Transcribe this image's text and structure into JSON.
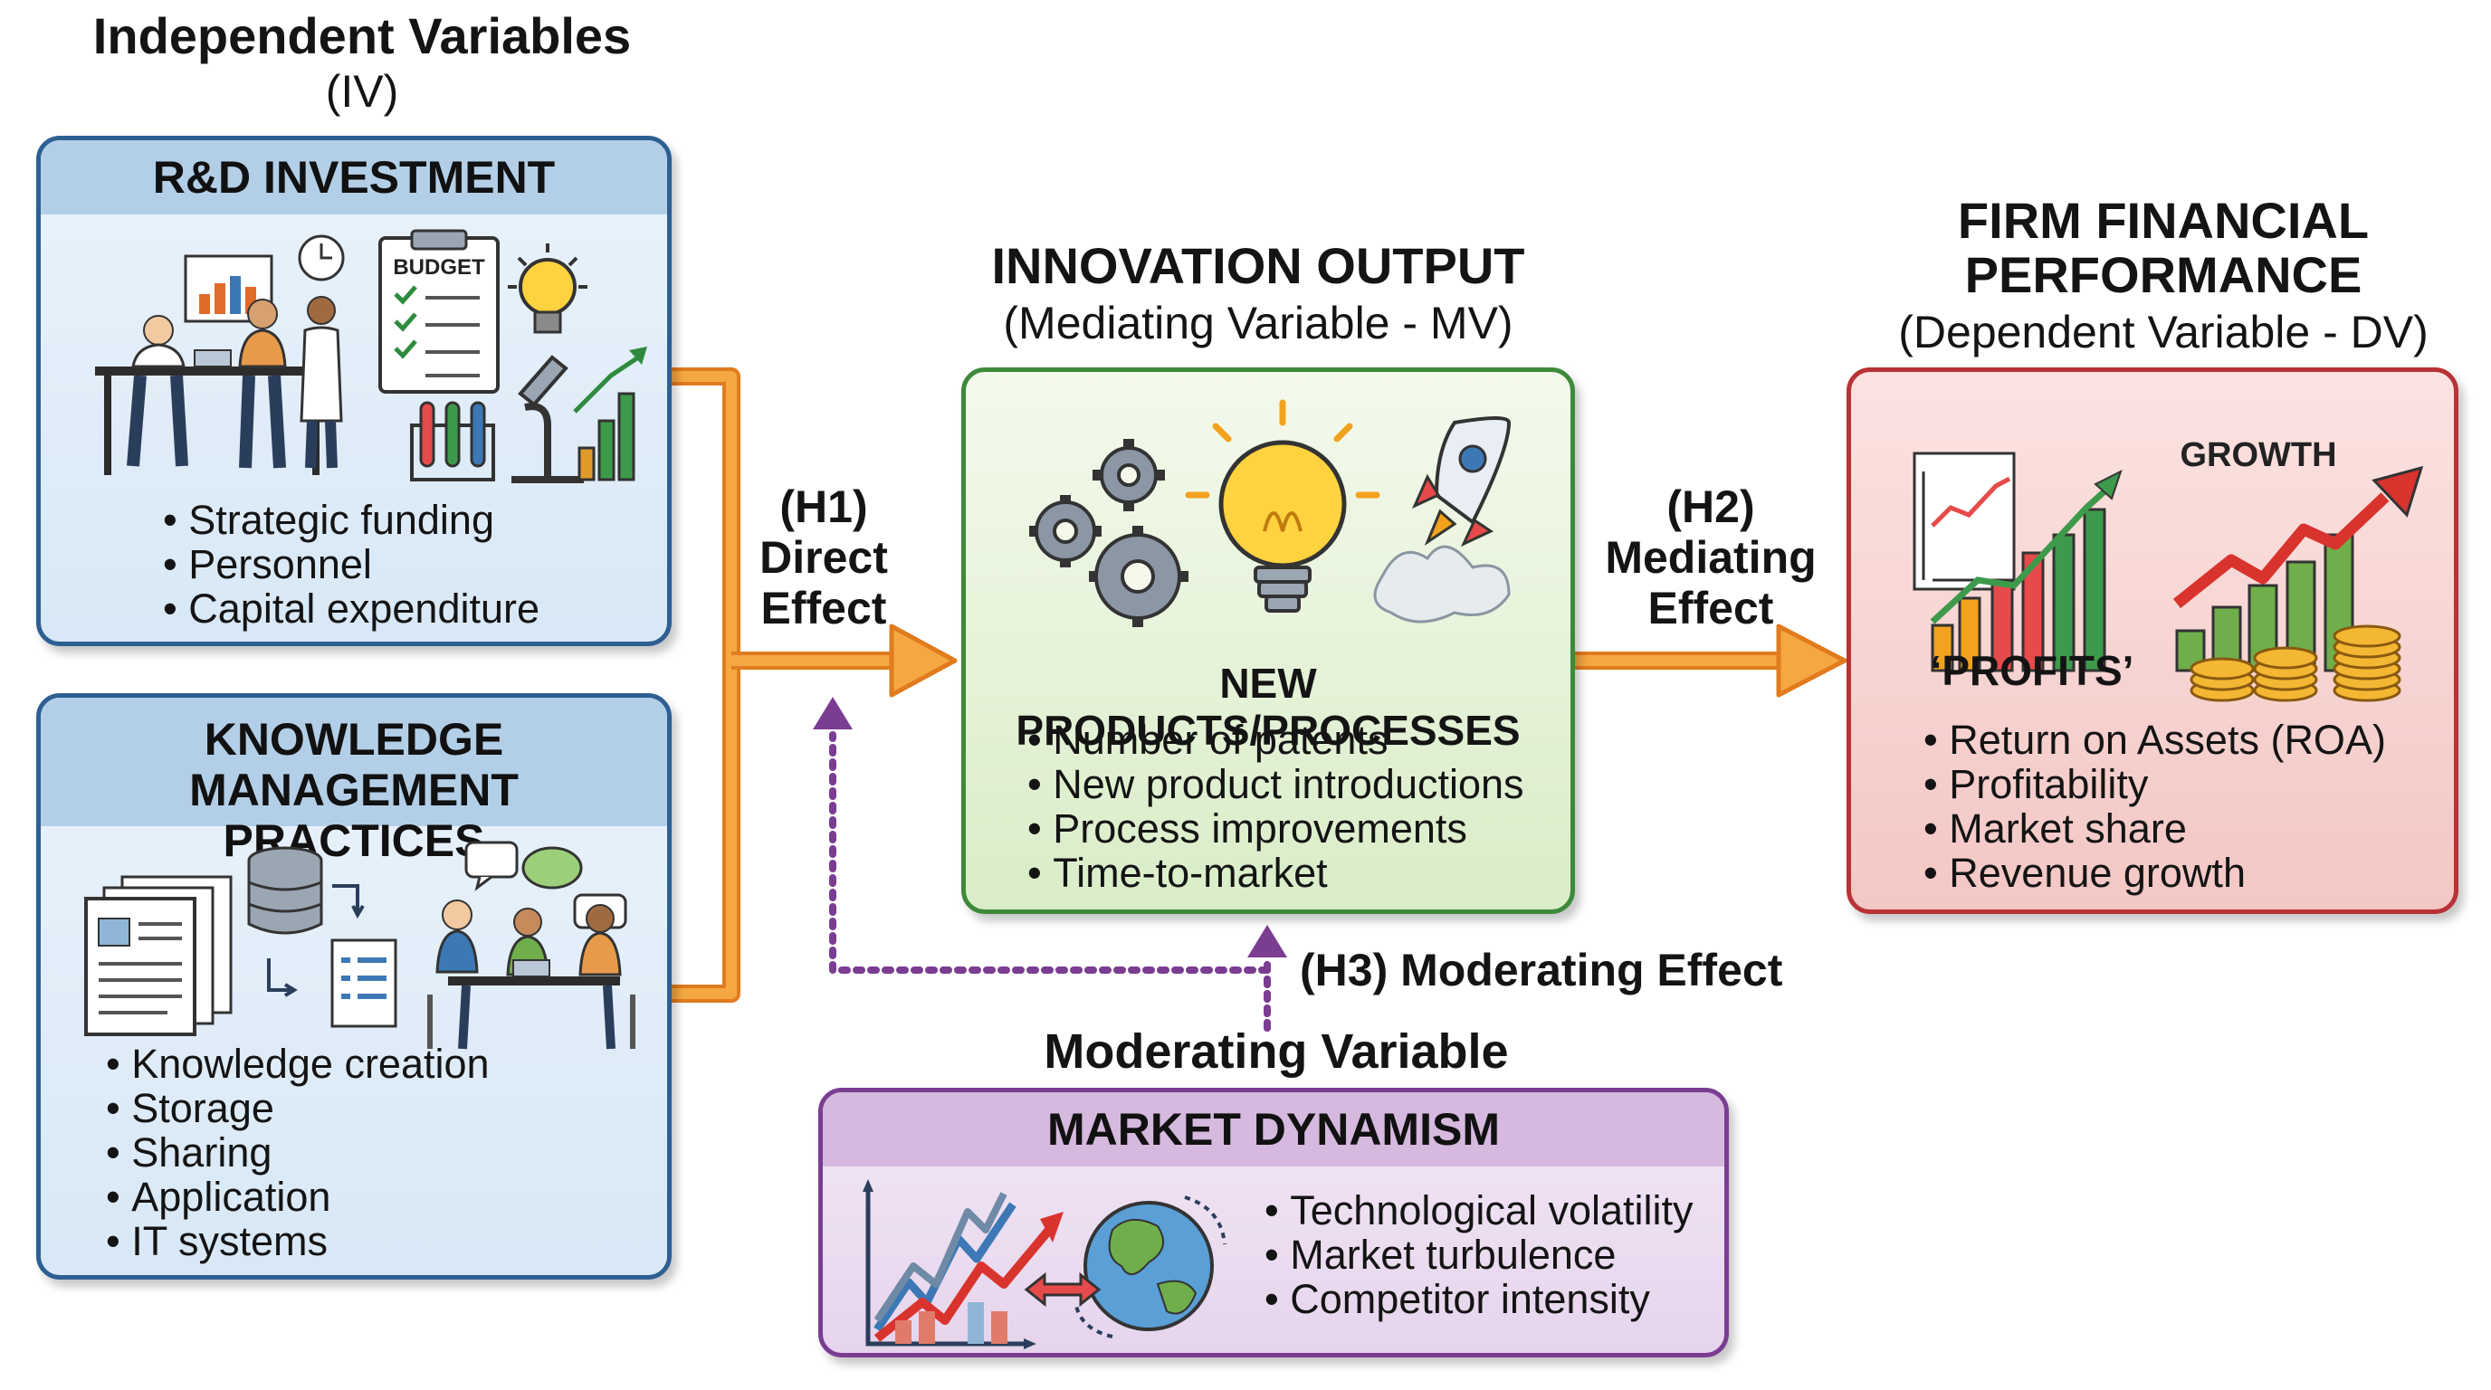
{
  "iv": {
    "title": "Independent Variables",
    "subtitle": "(IV)",
    "rnd": {
      "title": "R&D INVESTMENT",
      "budget_label": "BUDGET",
      "bullets": [
        "Strategic funding",
        "Personnel",
        "Capital expenditure"
      ]
    },
    "km": {
      "title_line1": "KNOWLEDGE MANAGEMENT",
      "title_line2": "PRACTICES",
      "bullets": [
        "Knowledge creation",
        "Storage",
        "Sharing",
        "Application",
        "IT systems"
      ]
    }
  },
  "mv": {
    "title": "INNOVATION OUTPUT",
    "subtitle": "(Mediating Variable - MV)",
    "heading": "NEW PRODUCTS/PROCESSES",
    "bullets": [
      "Number of patents",
      "New product introductions",
      "Process improvements",
      "Time-to-market"
    ]
  },
  "dv": {
    "title_line1": "FIRM FINANCIAL",
    "title_line2": "PERFORMANCE",
    "subtitle": "(Dependent Variable - DV)",
    "profits_label": "‘PROFITS’",
    "growth_label": "GROWTH",
    "bullets": [
      "Return on Assets (ROA)",
      "Profitability",
      "Market share",
      "Revenue growth"
    ]
  },
  "moderator": {
    "heading": "Moderating Variable",
    "title": "MARKET DYNAMISM",
    "bullets": [
      "Technological volatility",
      "Market turbulence",
      "Competitor intensity"
    ]
  },
  "hypotheses": {
    "h1": {
      "code": "(H1)",
      "line1": "Direct",
      "line2": "Effect"
    },
    "h2": {
      "code": "(H2)",
      "line1": "Mediating",
      "line2": "Effect"
    },
    "h3": "(H3) Moderating Effect"
  },
  "colors": {
    "arrow_orange": "#f39a35",
    "arrow_purple": "#7a3d92",
    "blue_border": "#2e5f93",
    "green_border": "#3e8a3a",
    "red_border": "#b83236",
    "purple_border": "#7a3d92"
  }
}
